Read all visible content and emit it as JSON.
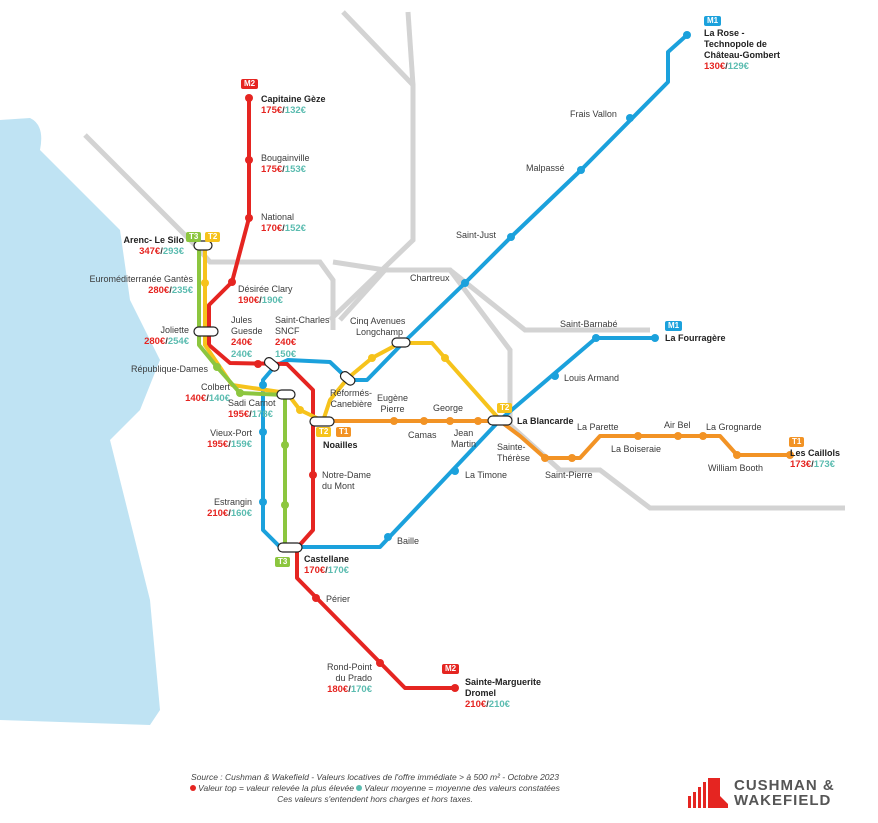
{
  "colors": {
    "m1": "#1ba1dc",
    "m2": "#e52521",
    "t1": "#f29325",
    "t2": "#f6c31c",
    "t3": "#8cc63f",
    "top": "#e52521",
    "avg": "#5bbcb0"
  },
  "badges": {
    "m1": "M1",
    "m2": "M2",
    "t1": "T1",
    "t2": "T2",
    "t3": "T3"
  },
  "stations": {
    "capitaine_geze": {
      "name": "Capitaine Gèze",
      "top": "175€",
      "avg": "132€"
    },
    "bougainville": {
      "name": "Bougainville",
      "top": "175€",
      "avg": "153€"
    },
    "national": {
      "name": "National",
      "top": "170€",
      "avg": "152€"
    },
    "desiree_clary": {
      "name": "Désirée Clary",
      "top": "190€",
      "avg": "190€"
    },
    "jules_guesde": {
      "name1": "Jules",
      "name2": "Guesde",
      "top": "240€",
      "avg": "240€"
    },
    "saint_charles": {
      "name1": "Saint-Charles",
      "name2": "SNCF",
      "top": "240€",
      "avg": "150€"
    },
    "arenc": {
      "name": "Arenc- Le Silo",
      "top": "347€",
      "avg": "293€"
    },
    "euromed": {
      "name": "Euroméditerranée Gantès",
      "top": "280€",
      "avg": "235€"
    },
    "joliette": {
      "name": "Joliette",
      "top": "280€",
      "avg": "254€"
    },
    "republique": {
      "name": "République-Dames"
    },
    "colbert": {
      "name": "Colbert",
      "top": "140€",
      "avg": "140€"
    },
    "sadi_carnot": {
      "name": "Sadi Carnot",
      "top": "195€",
      "avg": "178€"
    },
    "vieux_port": {
      "name": "Vieux-Port",
      "top": "195€",
      "avg": "159€"
    },
    "estrangin": {
      "name": "Estrangin",
      "top": "210€",
      "avg": "160€"
    },
    "castellane": {
      "name": "Castellane",
      "top": "170€",
      "avg": "170€"
    },
    "perier": {
      "name": "Périer"
    },
    "rond_point": {
      "name1": "Rond-Point",
      "name2": "du Prado",
      "top": "180€",
      "avg": "170€"
    },
    "sainte_marguerite": {
      "name1": "Sainte-Marguerite",
      "name2": "Dromel",
      "top": "210€",
      "avg": "210€"
    },
    "noailles": {
      "name": "Noailles"
    },
    "notre_dame": {
      "name1": "Notre-Dame",
      "name2": "du Mont"
    },
    "reformes": {
      "name1": "Réformés-",
      "name2": "Canebière"
    },
    "cinq_avenues": {
      "name1": "Cinq Avenues",
      "name2": "Longchamp"
    },
    "chartreux": {
      "name": "Chartreux"
    },
    "saint_just": {
      "name": "Saint-Just"
    },
    "malpasse": {
      "name": "Malpassé"
    },
    "frais_vallon": {
      "name": "Frais Vallon"
    },
    "la_rose": {
      "name1": "La Rose -",
      "name2": "Technopole de",
      "name3": "Château-Gombert",
      "top": "130€",
      "avg": "129€"
    },
    "saint_barnabe": {
      "name": "Saint-Barnabé"
    },
    "la_fourragere": {
      "name": "La Fourragère"
    },
    "louis_armand": {
      "name": "Louis Armand"
    },
    "la_blancarde": {
      "name": "La Blancarde"
    },
    "la_timone": {
      "name": "La Timone"
    },
    "baille": {
      "name": "Baille"
    },
    "eugene_pierre": {
      "name1": "Eugène",
      "name2": "Pierre"
    },
    "camas": {
      "name": "Camas"
    },
    "george": {
      "name": "George"
    },
    "jean_martin": {
      "name1": "Jean",
      "name2": "Martin"
    },
    "sainte_therese": {
      "name1": "Sainte-",
      "name2": "Thérèse"
    },
    "saint_pierre": {
      "name": "Saint-Pierre"
    },
    "la_parette": {
      "name": "La Parette"
    },
    "la_boiseraie": {
      "name": "La Boiseraie"
    },
    "air_bel": {
      "name": "Air Bel"
    },
    "la_grognarde": {
      "name": "La Grognarde"
    },
    "william_booth": {
      "name": "William Booth"
    },
    "les_caillols": {
      "name": "Les Caillols",
      "top": "173€",
      "avg": "173€"
    }
  },
  "footer": {
    "source": "Source : Cushman & Wakefield - Valeurs locatives de l'offre immédiate > à 500 m² - Octobre 2023",
    "legend_top": "Valeur top = valeur relevée la plus élevée",
    "legend_avg": "Valeur moyenne = moyenne des valeurs constatées",
    "note": "Ces valeurs s'entendent hors charges et hors taxes."
  },
  "logo": {
    "line1": "CUSHMAN &",
    "line2": "WAKEFIELD"
  }
}
